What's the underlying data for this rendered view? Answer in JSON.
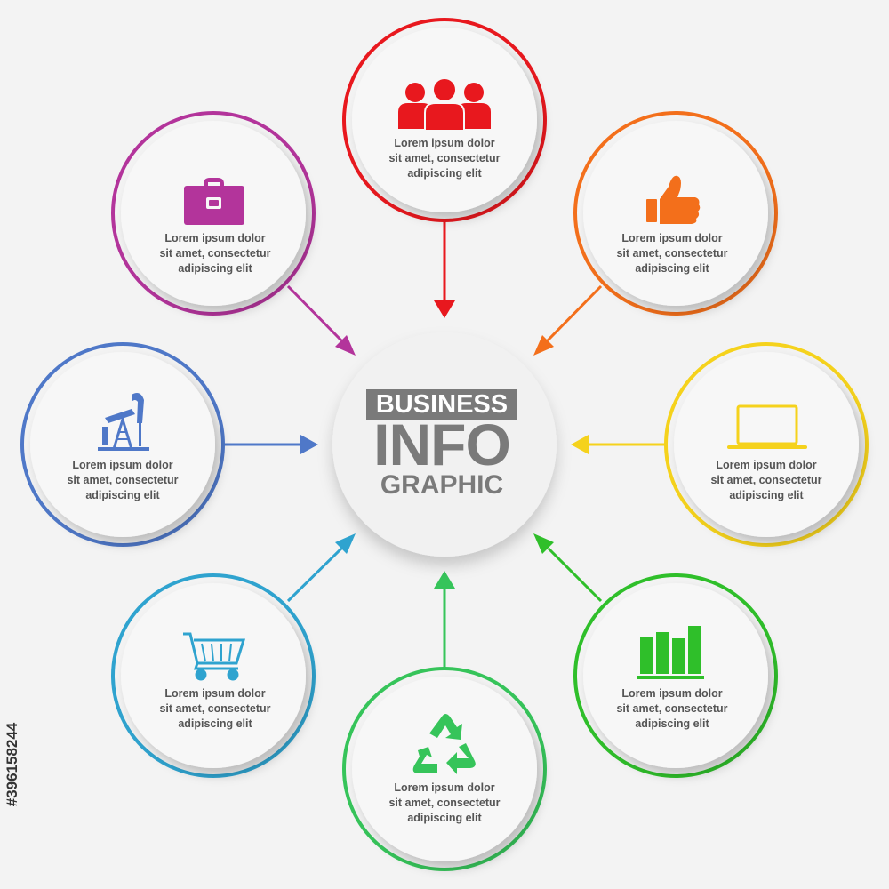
{
  "center": {
    "line1": "BUSINESS",
    "line2": "INFO",
    "line3": "GRAPHIC"
  },
  "nodes": [
    {
      "id": "team",
      "color": "#e8181e",
      "icon": "people-icon",
      "text": [
        "Lorem ipsum dolor",
        "sit amet, consectetur",
        "adipiscing elit"
      ]
    },
    {
      "id": "like",
      "color": "#f36f1b",
      "icon": "thumbs-up-icon",
      "text": [
        "Lorem ipsum dolor",
        "sit amet, consectetur",
        "adipiscing elit"
      ]
    },
    {
      "id": "laptop",
      "color": "#f5d21c",
      "icon": "laptop-icon",
      "text": [
        "Lorem ipsum dolor",
        "sit amet, consectetur",
        "adipiscing elit"
      ]
    },
    {
      "id": "chart",
      "color": "#2fbf2a",
      "icon": "bar-chart-icon",
      "text": [
        "Lorem ipsum dolor",
        "sit amet, consectetur",
        "adipiscing elit"
      ]
    },
    {
      "id": "recycle",
      "color": "#36c45a",
      "icon": "recycle-icon",
      "text": [
        "Lorem ipsum dolor",
        "sit amet, consectetur",
        "adipiscing elit"
      ]
    },
    {
      "id": "cart",
      "color": "#2fa3cf",
      "icon": "shopping-cart-icon",
      "text": [
        "Lorem ipsum dolor",
        "sit amet, consectetur",
        "adipiscing elit"
      ]
    },
    {
      "id": "oil",
      "color": "#4f78c8",
      "icon": "oil-pump-icon",
      "text": [
        "Lorem ipsum dolor",
        "sit amet, consectetur",
        "adipiscing elit"
      ]
    },
    {
      "id": "briefcase",
      "color": "#b3349b",
      "icon": "briefcase-icon",
      "text": [
        "Lorem ipsum dolor",
        "sit amet, consectetur",
        "adipiscing elit"
      ]
    }
  ],
  "side_label": "#396158244"
}
